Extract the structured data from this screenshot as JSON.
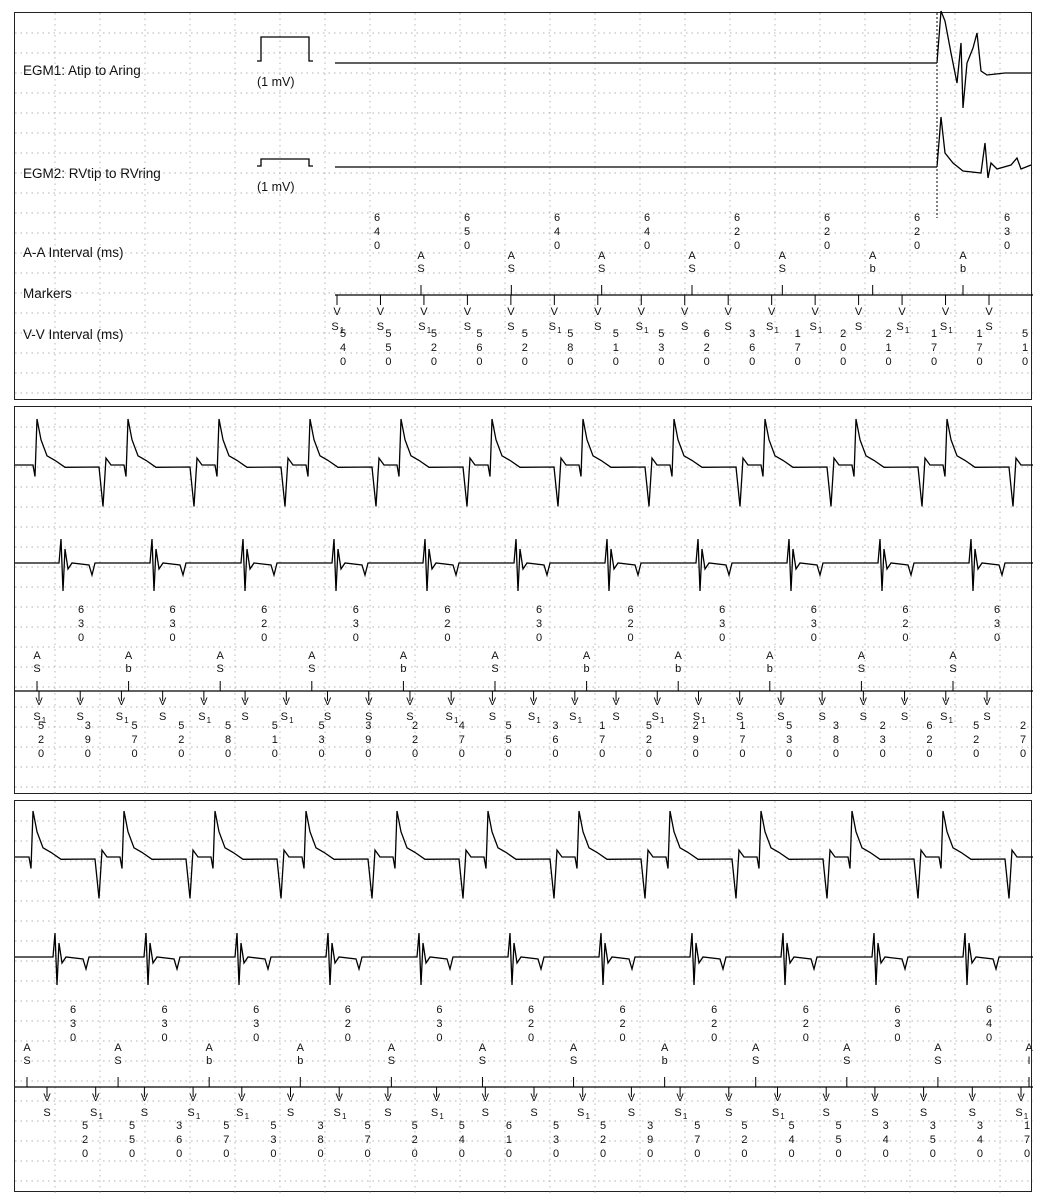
{
  "labels": {
    "egm1": "EGM1: Atip to Aring",
    "egm2": "EGM2: RVtip to RVring",
    "calibration": "(1 mV)",
    "aa": "A-A Interval (ms)",
    "markers": "Markers",
    "vv": "V-V Interval (ms)"
  },
  "strips": [
    {
      "aa_intervals": [
        "640",
        "650",
        "640",
        "640",
        "620",
        "620",
        "620",
        "630"
      ],
      "a_markers": [
        "S",
        "S",
        "S",
        "S",
        "S",
        "b",
        "b"
      ],
      "v_markers": [
        "S1",
        "S",
        "S1",
        "S",
        "S",
        "S1",
        "S",
        "S1",
        "S",
        "S",
        "S1",
        "S1",
        "S",
        "S1",
        "S1",
        "S"
      ],
      "vv_intervals": [
        "540",
        "550",
        "520",
        "560",
        "520",
        "580",
        "510",
        "530",
        "620",
        "360",
        "170",
        "200",
        "210",
        "170",
        "170",
        "510"
      ]
    },
    {
      "aa_intervals": [
        "630",
        "630",
        "620",
        "630",
        "620",
        "630",
        "620",
        "630",
        "630",
        "620",
        "630"
      ],
      "a_markers": [
        "S",
        "b",
        "S",
        "S",
        "b",
        "S",
        "b",
        "b",
        "b",
        "S",
        "S"
      ],
      "v_markers": [
        "S1",
        "S",
        "S1",
        "S",
        "S1",
        "S",
        "S1",
        "S",
        "S",
        "S",
        "S1",
        "S",
        "S1",
        "S1",
        "S",
        "S1",
        "S1",
        "S",
        "S",
        "S",
        "S",
        "S",
        "S1",
        "S"
      ],
      "vv_intervals": [
        "520",
        "390",
        "570",
        "520",
        "580",
        "510",
        "530",
        "390",
        "220",
        "470",
        "550",
        "360",
        "170",
        "520",
        "290",
        "170",
        "530",
        "380",
        "230",
        "620",
        "520",
        "270"
      ]
    },
    {
      "aa_intervals": [
        "630",
        "630",
        "630",
        "620",
        "630",
        "620",
        "620",
        "620",
        "620",
        "630",
        "640"
      ],
      "a_markers": [
        "S",
        "S",
        "b",
        "b",
        "S",
        "S",
        "S",
        "b",
        "S",
        "S",
        "S",
        "I"
      ],
      "v_markers": [
        "S",
        "S1",
        "S",
        "S1",
        "S1",
        "S",
        "S1",
        "S",
        "S1",
        "S",
        "S",
        "S1",
        "S",
        "S1",
        "S",
        "S1",
        "S",
        "S",
        "S",
        "S",
        "S1"
      ],
      "vv_intervals": [
        "520",
        "550",
        "360",
        "570",
        "530",
        "380",
        "570",
        "520",
        "540",
        "610",
        "530",
        "520",
        "390",
        "570",
        "520",
        "540",
        "550",
        "340",
        "350",
        "340",
        "170"
      ]
    }
  ]
}
